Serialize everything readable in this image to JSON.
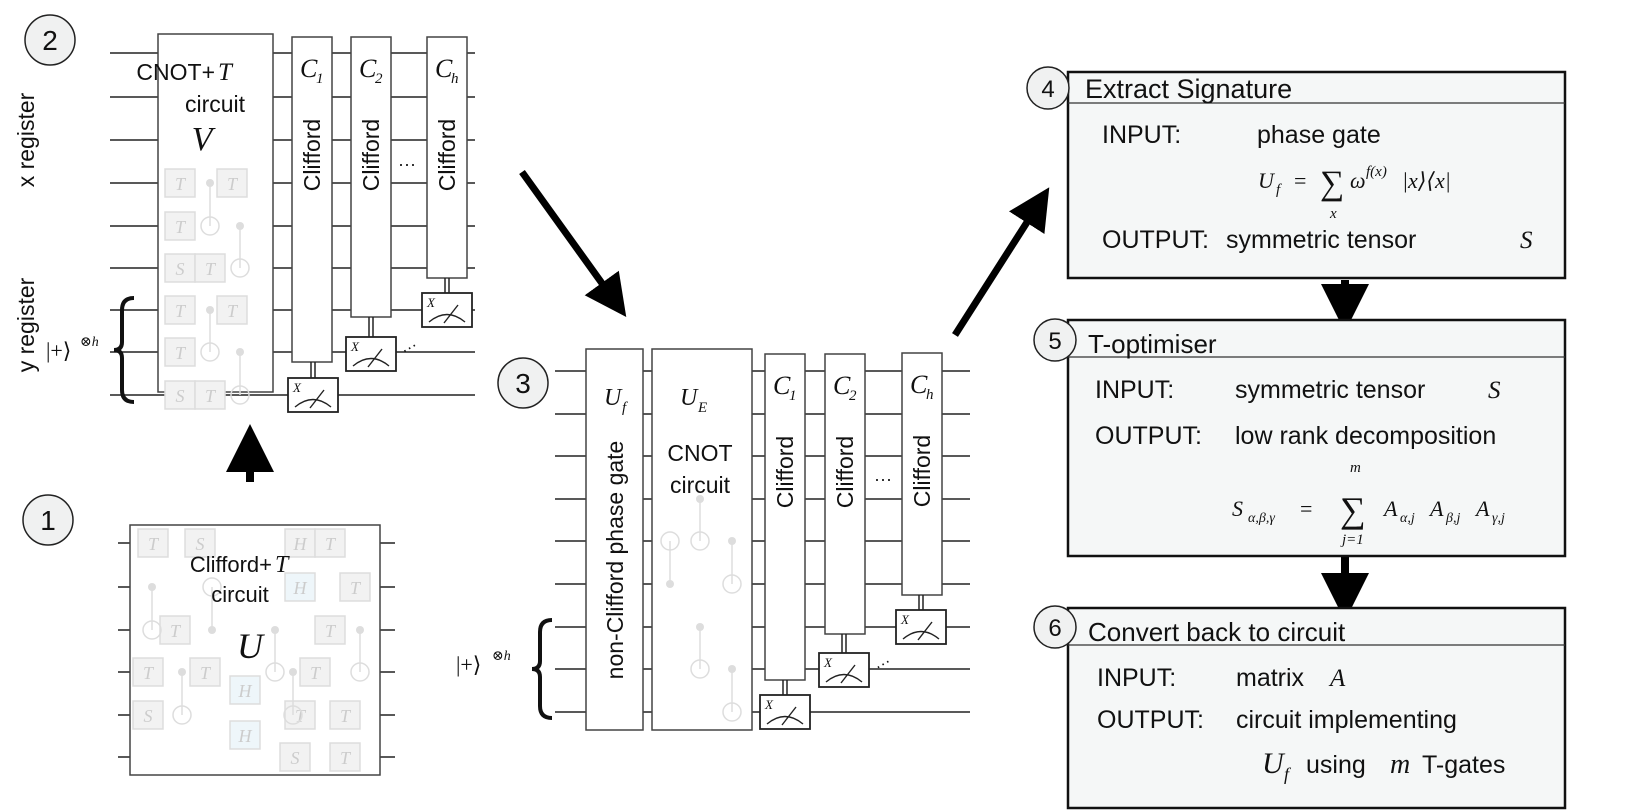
{
  "steps": {
    "s1": {
      "num": "1",
      "title_a": "Clifford+",
      "title_t": "T",
      "title_b": "circuit",
      "symbol": "U",
      "gates": [
        "T",
        "S",
        "H",
        "T",
        "T",
        "H",
        "T",
        "T",
        "T",
        "T",
        "H",
        "T",
        "S",
        "T",
        "T",
        "H",
        "S",
        "T"
      ]
    },
    "s2": {
      "num": "2",
      "title_a": "CNOT+",
      "title_t": "T",
      "title_b": "circuit",
      "symbol": "V",
      "x_register": "x register",
      "y_register": "y register",
      "ket": "|+⟩",
      "ket_sup": "⊗h",
      "gates": [
        "T",
        "T",
        "T",
        "S",
        "T",
        "T",
        "T",
        "T",
        "S",
        "T"
      ]
    },
    "s3": {
      "num": "3",
      "uf": "U",
      "uf_sub": "f",
      "ue": "U",
      "ue_sub": "E",
      "phase_label": "non-Clifford phase gate",
      "cnot_a": "CNOT",
      "cnot_b": "circuit",
      "ket": "|+⟩",
      "ket_sup": "⊗h"
    },
    "s4": {
      "num": "4",
      "title": "Extract Signature",
      "input_label": "INPUT:",
      "input_value": "phase gate",
      "formula_lhs": "U",
      "formula_lhs_sub": "f",
      "formula_eq": "=",
      "formula_sum": "∑",
      "formula_sum_under": "x",
      "formula_rhs": "ω",
      "formula_rhs_sup": "f(x)",
      "formula_tail": "|x⟩⟨x|",
      "output_label": "OUTPUT:",
      "output_value": "symmetric tensor",
      "output_sym": "S"
    },
    "s5": {
      "num": "5",
      "title": "T-optimiser",
      "input_label": "INPUT:",
      "input_value": "symmetric tensor",
      "input_sym": "S",
      "output_label": "OUTPUT:",
      "output_value": "low rank decomposition",
      "f_lhs": "S",
      "f_lhs_sub": "α,β,γ",
      "f_eq": "=",
      "f_sum": "∑",
      "f_sum_over": "m",
      "f_sum_under": "j=1",
      "f_a": "A",
      "f_a_sub": "α,j",
      "f_b": "A",
      "f_b_sub": "β,j",
      "f_c": "A",
      "f_c_sub": "γ,j"
    },
    "s6": {
      "num": "6",
      "title": "Convert back to circuit",
      "input_label": "INPUT:",
      "input_value": "matrix",
      "input_sym": "A",
      "output_label": "OUTPUT:",
      "output_value": "circuit implementing",
      "line3_sym": "U",
      "line3_sub": "f",
      "line3_a": "using",
      "line3_m": "m",
      "line3_b": "T-gates"
    }
  },
  "clifford": {
    "label": "Clifford",
    "c": "C",
    "subs": [
      "1",
      "2",
      "h"
    ],
    "meas": "X",
    "dots": "···"
  },
  "colors": {
    "panel_bg": "#f5f7f7",
    "faint_gate": "#f2f2f2",
    "h_gate": "#eef6fa",
    "line": "#111111"
  }
}
